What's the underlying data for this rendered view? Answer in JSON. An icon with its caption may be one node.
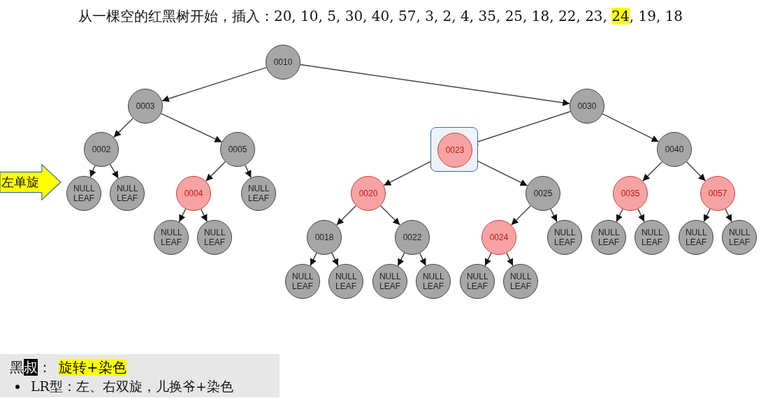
{
  "diagram": {
    "title": "从一棵空的红黑树开始，插入：20, 10, 5, 30, 40, 57, 3, 2, 4, 35, 25, 18, 22, 23, **24**, 19, 18",
    "nodes": [
      {
        "text": [
          "0010"
        ]
      },
      {
        "text": [
          "0003"
        ]
      },
      {
        "text": [
          "0030"
        ]
      },
      {
        "text": [
          "0002"
        ]
      },
      {
        "text": [
          "0005"
        ]
      },
      {
        "text": [],
        "shape": "box"
      },
      {
        "text": [
          "0023"
        ],
        "in": 5
      },
      {
        "text": [
          "0040"
        ]
      },
      {
        "text": [
          "左单旋"
        ]
      },
      {
        "text": [
          "NULL LEAF"
        ]
      },
      {
        "text": [
          "NULL LEAF"
        ]
      },
      {
        "text": [
          "0004"
        ]
      },
      {
        "text": [
          "NULL LEAF"
        ]
      },
      {
        "text": [
          "0020"
        ]
      },
      {
        "text": [
          "0025"
        ]
      },
      {
        "text": [
          "0035"
        ]
      },
      {
        "text": [
          "0057"
        ]
      },
      {
        "text": [
          "NULL LEAF"
        ]
      },
      {
        "text": [
          "NULL LEAF"
        ]
      },
      {
        "text": [
          "0018"
        ]
      },
      {
        "text": [
          "0022"
        ]
      },
      {
        "text": [
          "0024"
        ]
      },
      {
        "text": [
          "NULL LEAF"
        ]
      },
      {
        "text": [
          "NULL LEAF"
        ]
      },
      {
        "text": [
          "NULL LEAF"
        ]
      },
      {
        "text": [
          "NULL LEAF"
        ]
      },
      {
        "text": [
          "NULL LEAF"
        ]
      },
      {
        "text": [
          "NULL LEAF"
        ]
      },
      {
        "text": [
          "NULL LEAF"
        ]
      },
      {
        "text": [
          "NULL LEAF"
        ]
      },
      {
        "text": [
          "NULL LEAF"
        ]
      },
      {
        "text": [
          "NULL LEAF"
        ]
      },
      {
        "text": [
          "NULL LEAF"
        ]
      },
      {
        "text": [
          "黑**叔**：*旋转+染色*",
          "LR型：左、右双旋，儿换爷+染色"
        ]
      }
    ],
    "edges": [
      {
        "from": 0,
        "to": 1,
        "arrow": "to"
      },
      {
        "from": 0,
        "to": 2,
        "arrow": "to"
      },
      {
        "from": 1,
        "to": 3,
        "arrow": "to"
      },
      {
        "from": 1,
        "to": 4,
        "arrow": "to"
      },
      {
        "from": 2,
        "to": 6,
        "arrow": "to"
      },
      {
        "from": 2,
        "to": 7,
        "arrow": "to"
      },
      {
        "from": 3,
        "to": 9,
        "arrow": "to"
      },
      {
        "from": 3,
        "to": 10,
        "arrow": "to"
      },
      {
        "from": 4,
        "to": 11,
        "arrow": "to"
      },
      {
        "from": 4,
        "to": 12,
        "arrow": "to"
      },
      {
        "from": 6,
        "to": 13,
        "arrow": "to"
      },
      {
        "from": 6,
        "to": 14,
        "arrow": "to"
      },
      {
        "from": 7,
        "to": 15,
        "arrow": "to"
      },
      {
        "from": 7,
        "to": 16,
        "arrow": "to"
      },
      {
        "from": 11,
        "to": 17,
        "arrow": "to"
      },
      {
        "from": 11,
        "to": 18,
        "arrow": "to"
      },
      {
        "from": 13,
        "to": 19,
        "arrow": "to"
      },
      {
        "from": 13,
        "to": 20,
        "arrow": "to"
      },
      {
        "from": 14,
        "to": 21,
        "arrow": "to"
      },
      {
        "from": 14,
        "to": 22,
        "arrow": "to"
      },
      {
        "from": 15,
        "to": 23,
        "arrow": "to"
      },
      {
        "from": 15,
        "to": 24,
        "arrow": "to"
      },
      {
        "from": 16,
        "to": 25,
        "arrow": "to"
      },
      {
        "from": 16,
        "to": 26,
        "arrow": "to"
      },
      {
        "from": 19,
        "to": 27,
        "arrow": "to"
      },
      {
        "from": 19,
        "to": 28,
        "arrow": "to"
      },
      {
        "from": 20,
        "to": 29,
        "arrow": "to"
      },
      {
        "from": 20,
        "to": 30,
        "arrow": "to"
      },
      {
        "from": 21,
        "to": 31,
        "arrow": "to"
      },
      {
        "from": 21,
        "to": 32,
        "arrow": "to"
      }
    ]
  }
}
